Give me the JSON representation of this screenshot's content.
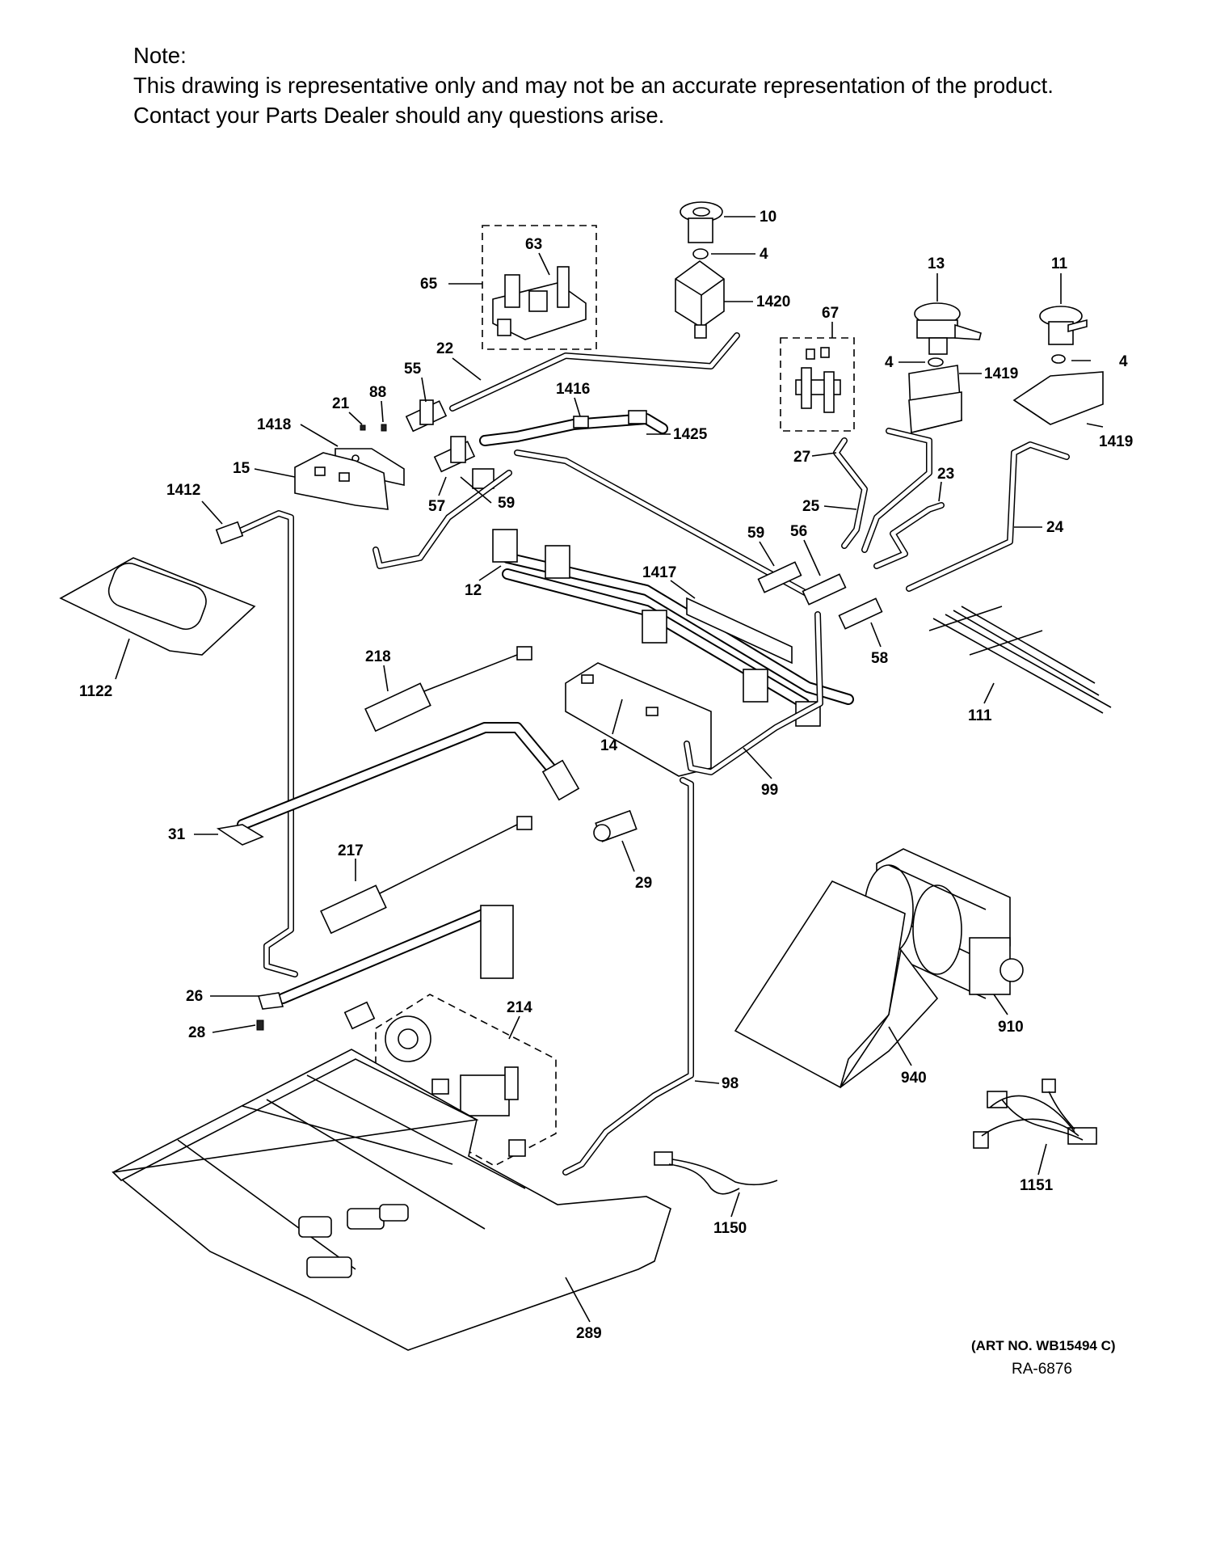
{
  "note": {
    "heading": "Note:",
    "line1": "This drawing is representative only and may not be an accurate representation of the product.",
    "line2": "Contact your Parts Dealer should any questions arise."
  },
  "callouts": [
    "10",
    "4",
    "63",
    "65",
    "1420",
    "13",
    "11",
    "67",
    "4",
    "1419",
    "4",
    "1419",
    "22",
    "55",
    "1416",
    "88",
    "21",
    "1418",
    "1425",
    "27",
    "23",
    "15",
    "57",
    "59",
    "25",
    "1412",
    "59",
    "56",
    "24",
    "12",
    "1417",
    "58",
    "1122",
    "218",
    "14",
    "111",
    "99",
    "31",
    "29",
    "217",
    "910",
    "26",
    "214",
    "28",
    "940",
    "98",
    "1151",
    "1150",
    "289"
  ],
  "footer": {
    "art_no": "(ART NO. WB15494 C)",
    "ra_no": "RA-6876"
  }
}
